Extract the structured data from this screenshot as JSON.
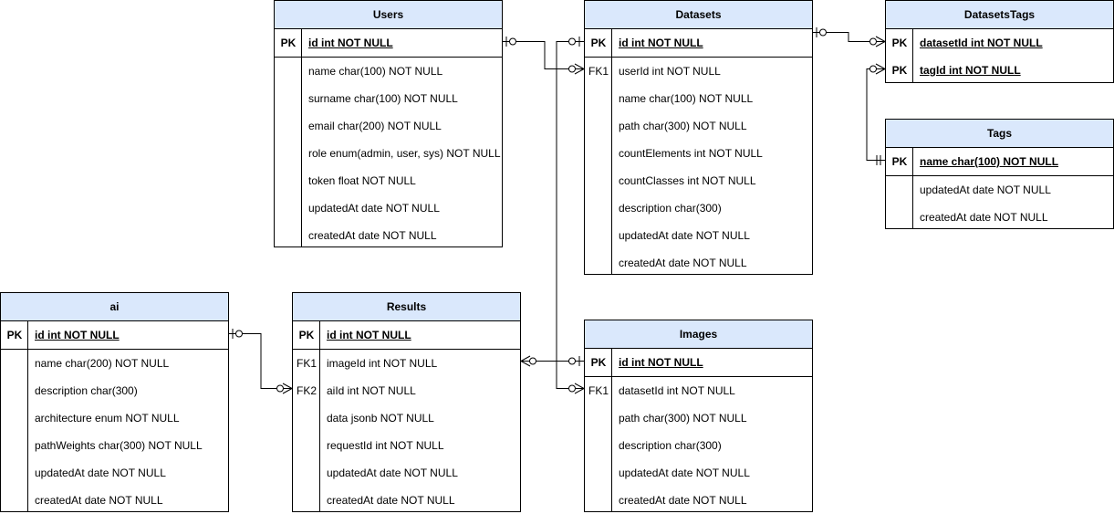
{
  "tables": {
    "users": {
      "title": "Users",
      "pk": {
        "key": "PK",
        "field": "id int NOT NULL"
      },
      "rows": [
        {
          "key": "",
          "field": "name char(100) NOT NULL"
        },
        {
          "key": "",
          "field": "surname char(100) NOT NULL"
        },
        {
          "key": "",
          "field": "email char(200) NOT NULL"
        },
        {
          "key": "",
          "field": "role enum(admin, user, sys) NOT NULL"
        },
        {
          "key": "",
          "field": "token float NOT NULL"
        },
        {
          "key": "",
          "field": "updatedAt date NOT NULL"
        },
        {
          "key": "",
          "field": "createdAt date NOT NULL"
        }
      ]
    },
    "datasets": {
      "title": "Datasets",
      "pk": {
        "key": "PK",
        "field": "id int NOT NULL"
      },
      "rows": [
        {
          "key": "FK1",
          "field": "userId int NOT NULL"
        },
        {
          "key": "",
          "field": "name char(100) NOT NULL"
        },
        {
          "key": "",
          "field": "path char(300) NOT NULL"
        },
        {
          "key": "",
          "field": "countElements int NOT NULL"
        },
        {
          "key": "",
          "field": "countClasses int NOT NULL"
        },
        {
          "key": "",
          "field": "description char(300)"
        },
        {
          "key": "",
          "field": "updatedAt date NOT NULL"
        },
        {
          "key": "",
          "field": "createdAt date NOT NULL"
        }
      ]
    },
    "datasetstags": {
      "title": "DatasetsTags",
      "pk": {
        "key": "PK",
        "field": "datasetId int NOT NULL"
      },
      "pk2": {
        "key": "PK",
        "field": "tagId int NOT NULL"
      },
      "rows": []
    },
    "tags": {
      "title": "Tags",
      "pk": {
        "key": "PK",
        "field": "name char(100) NOT NULL"
      },
      "rows": [
        {
          "key": "",
          "field": "updatedAt date NOT NULL"
        },
        {
          "key": "",
          "field": "createdAt date NOT NULL"
        }
      ]
    },
    "ai": {
      "title": "ai",
      "pk": {
        "key": "PK",
        "field": "id int NOT NULL"
      },
      "rows": [
        {
          "key": "",
          "field": "name char(200) NOT NULL"
        },
        {
          "key": "",
          "field": "description char(300)"
        },
        {
          "key": "",
          "field": "architecture enum NOT NULL"
        },
        {
          "key": "",
          "field": "pathWeights char(300) NOT NULL"
        },
        {
          "key": "",
          "field": "updatedAt date NOT NULL"
        },
        {
          "key": "",
          "field": "createdAt date NOT NULL"
        }
      ]
    },
    "results": {
      "title": "Results",
      "pk": {
        "key": "PK",
        "field": "id int NOT NULL"
      },
      "rows": [
        {
          "key": "FK1",
          "field": "imageId int NOT NULL"
        },
        {
          "key": "FK2",
          "field": "aiId int NOT NULL"
        },
        {
          "key": "",
          "field": "data jsonb NOT NULL"
        },
        {
          "key": "",
          "field": "requestId int NOT NULL"
        },
        {
          "key": "",
          "field": "updatedAt date NOT NULL"
        },
        {
          "key": "",
          "field": "createdAt date NOT NULL"
        }
      ]
    },
    "images": {
      "title": "Images",
      "pk": {
        "key": "PK",
        "field": "id int NOT NULL"
      },
      "rows": [
        {
          "key": "FK1",
          "field": "datasetId int NOT NULL"
        },
        {
          "key": "",
          "field": "path char(300) NOT NULL"
        },
        {
          "key": "",
          "field": "description char(300)"
        },
        {
          "key": "",
          "field": "updatedAt date NOT NULL"
        },
        {
          "key": "",
          "field": "createdAt date NOT NULL"
        }
      ]
    }
  },
  "relationships": [
    {
      "from": "Users.id",
      "to": "Datasets.userId",
      "from_end": "one-optional",
      "to_end": "many-optional"
    },
    {
      "from": "Datasets.id",
      "to": "Images.datasetId",
      "from_end": "one-optional",
      "to_end": "many-optional"
    },
    {
      "from": "Datasets.id",
      "to": "DatasetsTags.datasetId",
      "from_end": "one-optional",
      "to_end": "many-optional"
    },
    {
      "from": "Tags.name",
      "to": "DatasetsTags.tagId",
      "from_end": "one-mandatory",
      "to_end": "many-optional"
    },
    {
      "from": "ai.id",
      "to": "Results.aiId",
      "from_end": "one-optional",
      "to_end": "many-optional"
    },
    {
      "from": "Images.id",
      "to": "Results.imageId",
      "from_end": "one-optional",
      "to_end": "many-optional"
    }
  ]
}
